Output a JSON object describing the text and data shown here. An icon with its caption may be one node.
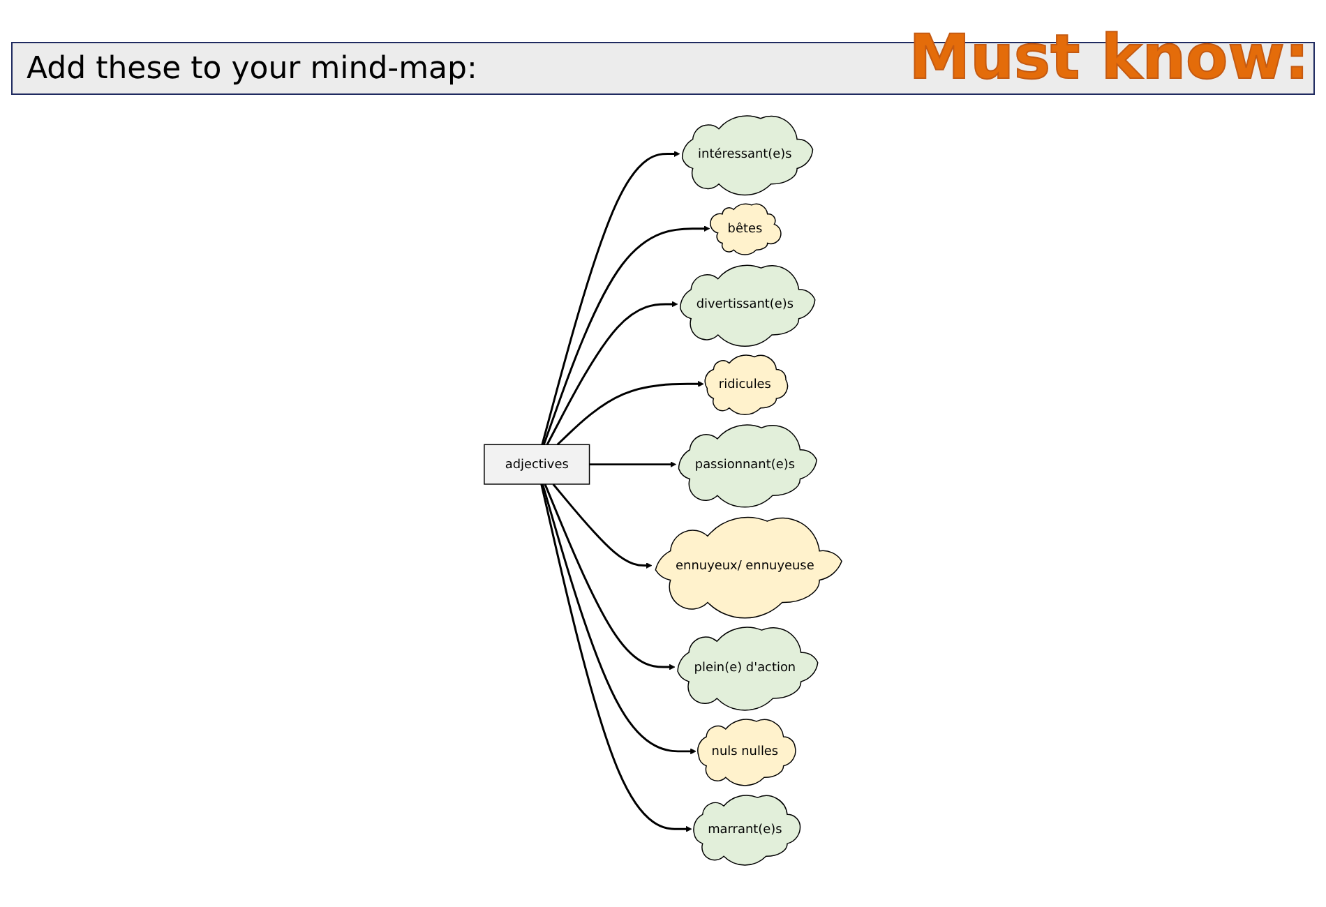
{
  "diagram": {
    "title": "Add these to your mind-map:",
    "nodes": [
      {
        "text": [
          "intéressant(e)s"
        ]
      },
      {
        "text": [
          "bêtes"
        ]
      },
      {
        "text": [
          "divertissant(e)s"
        ]
      },
      {
        "text": [
          "ridicules"
        ]
      },
      {
        "text": [
          "adjectives"
        ]
      },
      {
        "text": [
          "passionnant(e)s"
        ]
      },
      {
        "text": [
          "ennuyeux/ ennuyeuse"
        ]
      },
      {
        "text": [
          "plein(e) d'action"
        ]
      },
      {
        "text": [
          "nuls nulles"
        ]
      },
      {
        "text": [
          "marrant(e)s"
        ]
      }
    ],
    "edges": [
      {
        "from": 4,
        "to": 0,
        "arrow": "to"
      },
      {
        "from": 4,
        "to": 1,
        "arrow": "to"
      },
      {
        "from": 4,
        "to": 2,
        "arrow": "to"
      },
      {
        "from": 4,
        "to": 3,
        "arrow": "to"
      },
      {
        "from": 4,
        "to": 5,
        "arrow": "to"
      },
      {
        "from": 4,
        "to": 6,
        "arrow": "to"
      },
      {
        "from": 4,
        "to": 7,
        "arrow": "to"
      },
      {
        "from": 4,
        "to": 8,
        "arrow": "to"
      },
      {
        "from": 4,
        "to": 9,
        "arrow": "to"
      }
    ],
    "labels": [
      "Must know:"
    ]
  }
}
